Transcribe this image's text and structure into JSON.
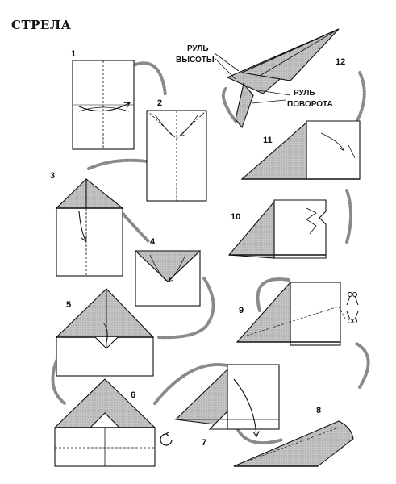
{
  "diagram_title": "СТРЕЛА",
  "steps": [
    {
      "id": 1,
      "label": "1"
    },
    {
      "id": 2,
      "label": "2"
    },
    {
      "id": 3,
      "label": "3"
    },
    {
      "id": 4,
      "label": "4"
    },
    {
      "id": 5,
      "label": "5"
    },
    {
      "id": 6,
      "label": "6"
    },
    {
      "id": 7,
      "label": "7"
    },
    {
      "id": 8,
      "label": "8"
    },
    {
      "id": 9,
      "label": "9"
    },
    {
      "id": 10,
      "label": "10"
    },
    {
      "id": 11,
      "label": "11"
    },
    {
      "id": 12,
      "label": "12"
    }
  ],
  "callouts": {
    "elevator_line1": "РУЛЬ",
    "elevator_line2": "ВЫСОТЫ",
    "rudder_line1": "РУЛЬ",
    "rudder_line2": "ПОВОРОТА"
  },
  "colors": {
    "stroke": "#111111",
    "paper_shade": "#bdbdbd",
    "flow_dots": "#8a8a8a",
    "background": "#ffffff"
  },
  "icons": [
    "scissors-icon",
    "rotate-icon",
    "fold-arrow-icon"
  ]
}
